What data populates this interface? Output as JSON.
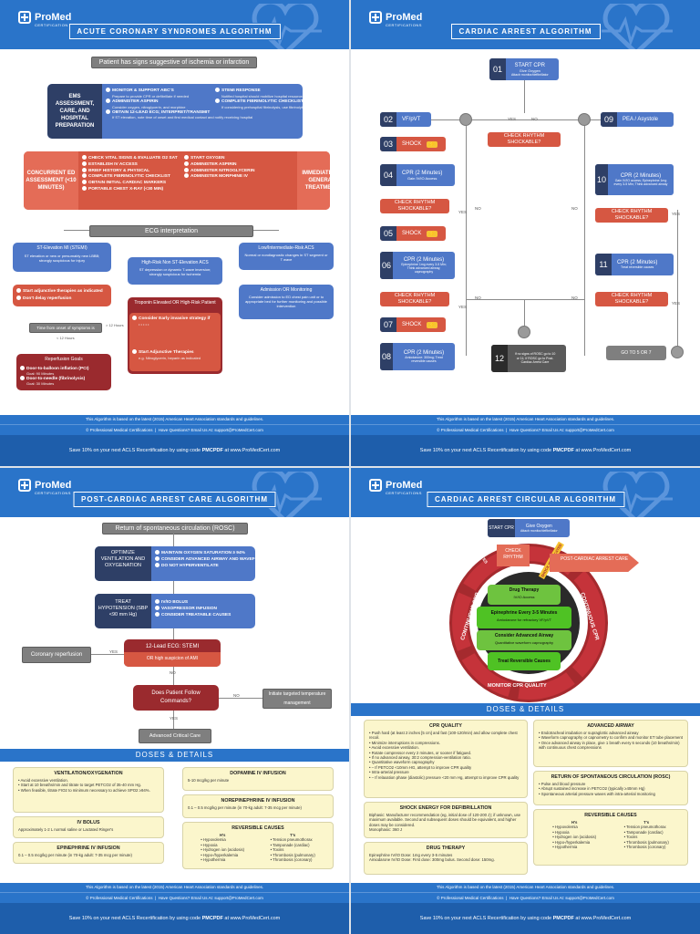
{
  "brand": "ProMed",
  "brand_sub": "CERTIFICATIONS",
  "footer": {
    "standards": "This Algorithm is based on the latest (2015) American Heart Association standards and guidelines.",
    "copyright": "© Professional Medical Certifications",
    "questions": "Have Questions? Email Us At: support@ProMedCert.com",
    "promo_pre": "Save 10% on your next ACLS Recertification by using code",
    "promo_code": "PMCPDF",
    "promo_post": "at www.ProMedCert.com"
  },
  "acs": {
    "title": "ACUTE CORONARY SYNDROMES ALGORITHM",
    "start": "Patient has signs suggestive of ischemia or infarction",
    "ems_label": "EMS ASSESSMENT, CARE, AND HOSPITAL PREPARATION",
    "ems_left": [
      {
        "b": "MONITOR & SUPPORT ABC'S",
        "s": "Prepare to provide CPR or defibrillate if needed"
      },
      {
        "b": "ADMINISTER ASPIRIN",
        "s": "Consider oxygen, nitroglycerin, and morphine"
      },
      {
        "b": "OBTAIN 12-LEAD ECG; INTERPRET/TRANSMIT",
        "s": "If ST elevation, note time of onset and first medical contact and notify receiving hospital"
      }
    ],
    "ems_right": [
      {
        "b": "STEMI RESPONSE",
        "s": "Notified hospital should mobilize hospital resources"
      },
      {
        "b": "COMPLETE FIBRINOLYTIC CHECKLIST",
        "s": "If considering prehospital fibrinolysis, use fibrinolytic checklist"
      }
    ],
    "ed_label": "CONCURRENT ED ASSESSMENT (<10 MINUTES)",
    "ed_left": [
      "CHECK VITAL SIGNS & EVALUATE O2 SAT",
      "ESTABLISH IV ACCESS",
      "BRIEF HISTORY & PHYSICAL",
      "COMPLETE FIBRINOLYTIC CHECKLIST",
      "OBTAIN INITIAL CARDIAC MARKERS",
      "PORTABLE CHEST X-RAY (<30 MIN)"
    ],
    "ed_mid": [
      "START OXYGEN",
      "ADMINISTER ASPIRIN",
      "ADMINISTER NITROGLYCERIN",
      "ADMINISTER MORPHINE IV"
    ],
    "ed_right": "IMMEDIATE ED GENERAL TREATMENT",
    "ecg": "ECG interpretation",
    "stemi": "ST-Elevation MI (STEMI)",
    "stemi_sub": "ST elevation or new or presumably new LBBB; strongly suspicious for injury",
    "nstemi": "High-Risk Non ST-Elevation ACS",
    "nstemi_sub": "ST depression or dynamic T-wave inversion; strongly suspicious for ischemia",
    "low": "Low/Intermediate-Risk ACS",
    "low_sub": "Normal or nondiagnostic changes in ST segment or T wave",
    "adj1": "Start adjunctive therapies as indicated",
    "adj2": "Don't delay reperfusion",
    "onset": "Time from onset of symptoms is",
    "gt12": "> 12 Hours",
    "lt12": "< 12 Hours",
    "reperf": "Reperfusion Goals",
    "reperf1": "Door-to-balloon inflation (PCI)",
    "reperf1s": "Goal: 90 Minutes",
    "reperf2": "Door-to-needle (fibrinolysis)",
    "reperf2s": "Goal: 30 Minutes",
    "trop": "Troponin Elevated OR High-Risk Patient",
    "trop1": "Consider Early invasive strategy if",
    "trop2": "Start Adjunctive Therapies",
    "trop2s": "e.g. Nitroglycerin, heparin as indicated",
    "obs": "Admission OR Monitoring",
    "obs_sub": "Consider admission to ED chest pain unit or to appropriate bed for further monitoring and possible intervention"
  },
  "arrest": {
    "title": "CARDIAC ARREST ALGORITHM",
    "s1": "START CPR",
    "s1s": "Give Oxygen",
    "s1t": "Attach monitor/defibrillator",
    "s2": "VF/pVT",
    "s9": "PEA / Asystole",
    "check": "CHECK RHYTHM SHOCKABLE?",
    "shock": "SHOCK",
    "cpr": "CPR (2 Minutes)",
    "s4s": "Gain IV/IO Access",
    "s6s": "Epinephrine 1mg every 3-5 Min; Think advanced airway, capnography",
    "s8s": "Amiodarone: 300mg; Treat reversible causes",
    "s10s": "Gain IV/IO access; Epinephrine 1mg every 3-5 Min; Think advanced airway",
    "s11s": "Treat reversible causes",
    "s12": "If no signs of ROSC go to 10 or 11; If ROSC go to Post-Cardiac Arrest Care",
    "goto": "GO TO 5 OR 7",
    "yes": "YES",
    "no": "NO",
    "n": [
      "01",
      "02",
      "03",
      "04",
      "05",
      "06",
      "07",
      "08",
      "09",
      "10",
      "11",
      "12"
    ]
  },
  "post": {
    "title": "POST-CARDIAC ARREST CARE ALGORITHM",
    "rosc": "Return of spontaneous circulation (ROSC)",
    "opt": "OPTIMIZE VENTILATION AND OXYGENATION",
    "opt_items": [
      "MAINTAIN OXYGEN SATURATION ≥ 94%",
      "CONSIDER ADVANCED AIRWAY AND WAVEFORM CAPNOGRAPHY",
      "DO NOT HYPERVENTILATE"
    ],
    "hypo": "TREAT HYPOTENSION (SBP <90 mm Hg)",
    "hypo_items": [
      "IV/IO BOLUS",
      "VASOPRESSOR INFUSION",
      "CONSIDER TREATABLE CAUSES"
    ],
    "ecg": "12-Lead ECG: STEMI",
    "ecg_sub": "OR high suspicion of AMI",
    "reperf": "Coronary reperfusion",
    "follow": "Does Patient Follow Commands?",
    "ttm": "Initiate targeted temperature management",
    "acc": "Advanced Critical Care",
    "yes": "YES",
    "no": "NO",
    "doses": "DOSES & DETAILS",
    "vent_t": "VENTILATION/OXYGENATION",
    "vent": [
      "Avoid excessive ventilation.",
      "Start at 10 breaths/min and titrate to target PETCO2 of 35-40 mm Hg.",
      "When feasible, titrate FIO2 to minimum necessary to achieve SPO2 ≥94%."
    ],
    "bolus_t": "IV BOLUS",
    "bolus": "Approximately 1-2 L normal saline or Lactated Ringer's",
    "epi_t": "EPINEPHRINE IV INFUSION",
    "epi": "0.1 – 0.5 mcg/kg per minute (in 70-kg adult: 7-35 mcg per minute)",
    "dop_t": "DOPAMINE IV INFUSION",
    "dop": "5-10 mcg/kg per minute",
    "nor_t": "NOREPINEPHRINE IV INFUSION",
    "nor": "0.1 – 0.5 mcg/kg per minute (in 70-kg adult: 7-35 mcg per minute)",
    "rev_t": "REVERSIBLE CAUSES",
    "h": "H's",
    "t": "T's",
    "hs": [
      "Hypovolemia",
      "Hypoxia",
      "Hydrogen ion (acidosis)",
      "Hypo-/hyperkalemia",
      "Hypothermia"
    ],
    "ts": [
      "Tension pneumothorax",
      "Tamponade (cardiac)",
      "Toxins",
      "Thrombosis (pulmonary)",
      "Thrombosis (coronary)"
    ]
  },
  "circ": {
    "title": "CARDIAC ARREST CIRCULAR ALGORITHM",
    "start": "START CPR",
    "start_s": "Give Oxygen",
    "start_t": "Attach monitor/defibrillator",
    "check": "CHECK RHYTHM",
    "shock": "SHOCK IF INDICATED",
    "twomin": "2 MINUTES",
    "post": "POST-CARDIAC ARREST CARE",
    "c1": "Drug Therapy",
    "c1s": "IV/IO Access",
    "c2": "Epinephrine Every 3-5 Minutes",
    "c2s": "Amiodarone for refractory VF/pVT",
    "c3": "Consider Advanced Airway",
    "c3s": "Quantitative waveform capnography",
    "c4": "Treat Reversible Causes",
    "cont": "CONTINUOUS CPR",
    "mon": "MONITOR CPR QUALITY",
    "doses": "DOSES & DETAILS",
    "cpr_t": "CPR QUALITY",
    "cpr": [
      "Push hard (at least 2 inches [5 cm] and fast (100-120/min) and allow complete chest recoil.",
      "Minimize interruptions in compressions.",
      "Avoid excessive ventilation.",
      "Rotate compressor every 2 minutes, or sooner if fatigued.",
      "If no advanced airway, 30:2 compression-ventilation ratio.",
      "Quantitative waveform capnography",
      "– If PETCO2 <10mm HG, attempt to improve CPR quality",
      "Intra-arterial pressure",
      "– If relaxation phase (diastolic) pressure <20 mm Hg, attempt to improve CPR quality"
    ],
    "shock_t": "SHOCK ENERGY FOR DEFIBRILLATION",
    "shock_b": "Biphasic: Manufacturer recommendation (eg, initial dose of 120-200 J); if unknown, use maximum available. Second and subsequent doses should be equivalent, and higher doses may be considered.",
    "shock_m": "Monophasic: 360 J",
    "drug_t": "DRUG THERAPY",
    "drug1": "Epinephrine IV/IO Dose: 1mg every 3-5 minutes",
    "drug2": "Amiodarone IV/IO Dose: First dose: 300mg bolus. Second dose: 150mg.",
    "air_t": "ADVANCED AIRWAY",
    "air": [
      "Endotracheal intubation or supraglottic advanced airway",
      "Waveform capnography or capnometry to confirm and monitor ET tube placement",
      "Once advanced airway in place, give 1 breath every 6 seconds (10 breaths/min) with continuous chest compressions"
    ],
    "rosc_t": "RETURN OF SPONTANEOUS CIRCULATION (ROSC)",
    "rosc": [
      "Pulse and blood pressure",
      "Abrupt sustained increase in PETCO2 (typically ≥40mm Hg)",
      "Spontaneous arterial pressure waves with intra-arterial monitoring"
    ],
    "rev_t": "REVERSIBLE CAUSES",
    "h": "H's",
    "t": "T's",
    "hs": [
      "Hypovolemia",
      "Hypoxia",
      "Hydrogen ion (acidosis)",
      "Hypo-/hyperkalemia",
      "Hypothermia"
    ],
    "ts": [
      "Tension pneumothorax",
      "Tamponade (cardiac)",
      "Toxins",
      "Thrombosis (pulmonary)",
      "Thrombosis (coronary)"
    ]
  }
}
